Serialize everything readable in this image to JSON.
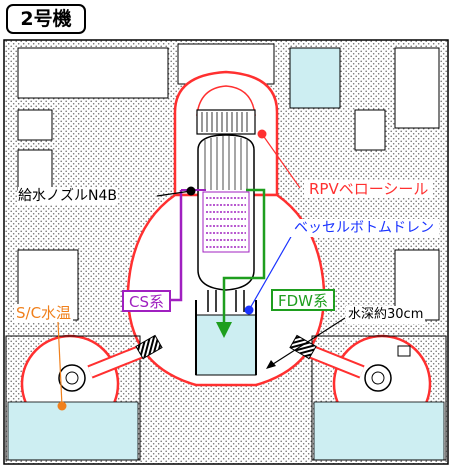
{
  "unit_label": "2号機",
  "labels": {
    "n4b": "給水ノズルN4B",
    "rpv_bellows": "RPVベローシール",
    "vessel_drain": "ベッセルボトムドレン",
    "cs": "CS系",
    "fdw": "FDW系",
    "sc_temp": "S/C水温",
    "depth": "水深約30cm"
  },
  "colors": {
    "concrete_dots": "#6d6d6d",
    "containment": "#ff3030",
    "water": "#cdeef2",
    "cs_line": "#a020c0",
    "fdw_line": "#1e9e1e",
    "drain_marker": "#1a33ff",
    "sc_marker": "#f0801c",
    "vessel_line": "#000000"
  },
  "icons": [
    "dot-marker-icon",
    "arrow-down-icon"
  ]
}
